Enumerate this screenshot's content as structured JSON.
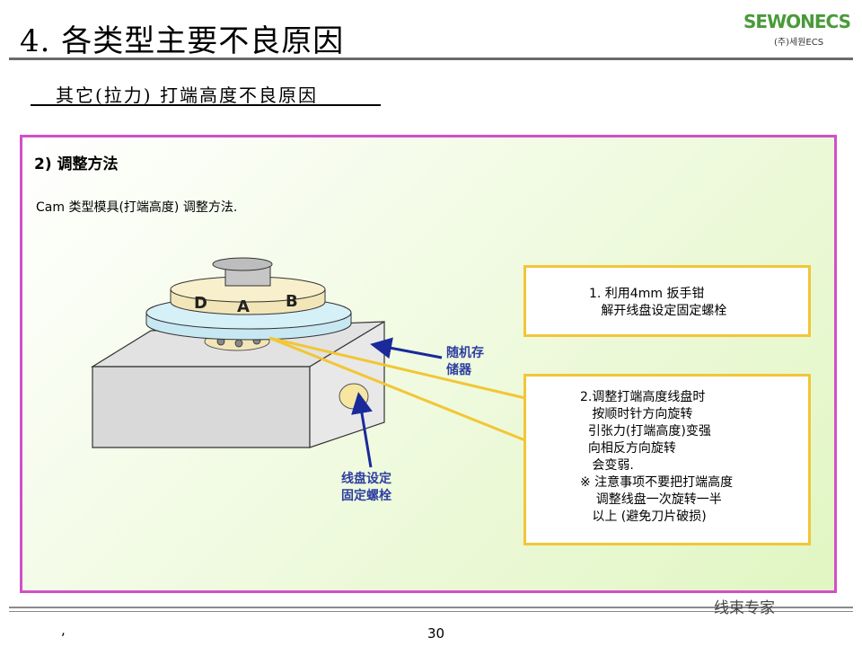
{
  "header": {
    "title": "4. 各类型主要不良原因",
    "subtitle": "其它(拉力) 打端高度不良原因",
    "logo_main": "SEWONECS",
    "logo_sub": "(주)세원ECS"
  },
  "panel": {
    "section_heading": "2) 调整方法",
    "method_line": "Cam 类型模具(打端高度) 调整方法.",
    "disk_letters": [
      "D",
      "A",
      "B"
    ],
    "label_memory": "随机存\n储器",
    "label_bolt": "线盘设定\n固定螺栓",
    "note1": "1. 利用4mm 扳手钳\n   解开线盘设定固定螺栓",
    "note2": "2.调整打端高度线盘时\n   按顺时针方向旋转\n  引张力(打端高度)变强\n  向相反方向旋转\n   会变弱.\n※ 注意事项不要把打端高度\n    调整线盘一次旋转一半\n   以上 (避免刀片破损)"
  },
  "footer": {
    "page_number": "30",
    "comma": ",",
    "watermark": "线束专家"
  },
  "colors": {
    "panel_border": "#d050c8",
    "note_border": "#f2c636",
    "arrow_blue": "#1a2a9a",
    "leader_yellow": "#f2c636",
    "label_blue": "#2f3fa0"
  }
}
